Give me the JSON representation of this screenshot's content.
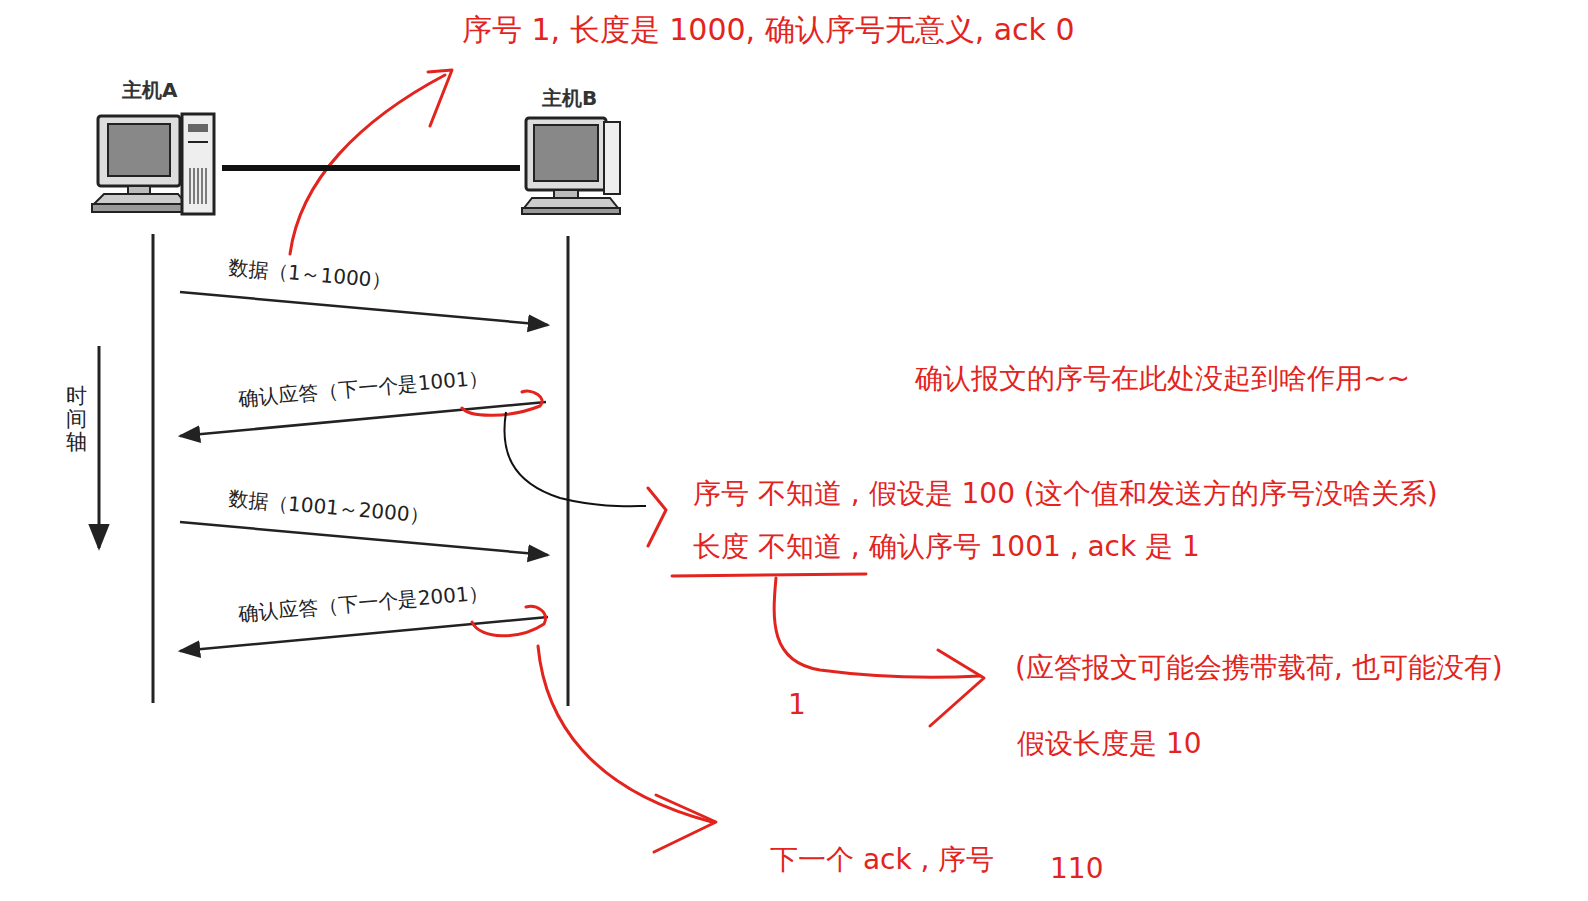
{
  "diagram": {
    "nodes": [
      {
        "text": [
          "主机A"
        ]
      },
      {
        "text": [
          "主机B"
        ]
      }
    ],
    "edges": [
      {
        "from": 0,
        "to": 1,
        "arrow": "none"
      }
    ],
    "labels": [
      "序号 1, 长度是 1000, 确认序号无意义, ack 0",
      "数据（1～1000）",
      "确认应答（下一个是1001）",
      "数据（1001～2000）",
      "确认应答（下一个是2001）",
      "时间轴",
      "确认报文的序号在此处没起到啥作用~~",
      "序号 不知道 , 假设是 100 (这个值和发送方的序号没啥关系)",
      "长度 不知道 , 确认序号 1001 , ack 是 1",
      "(应答报文可能会携带载荷, 也可能没有)",
      "1",
      "假设长度是 10",
      "下一个 ack , 序号",
      "110"
    ]
  }
}
